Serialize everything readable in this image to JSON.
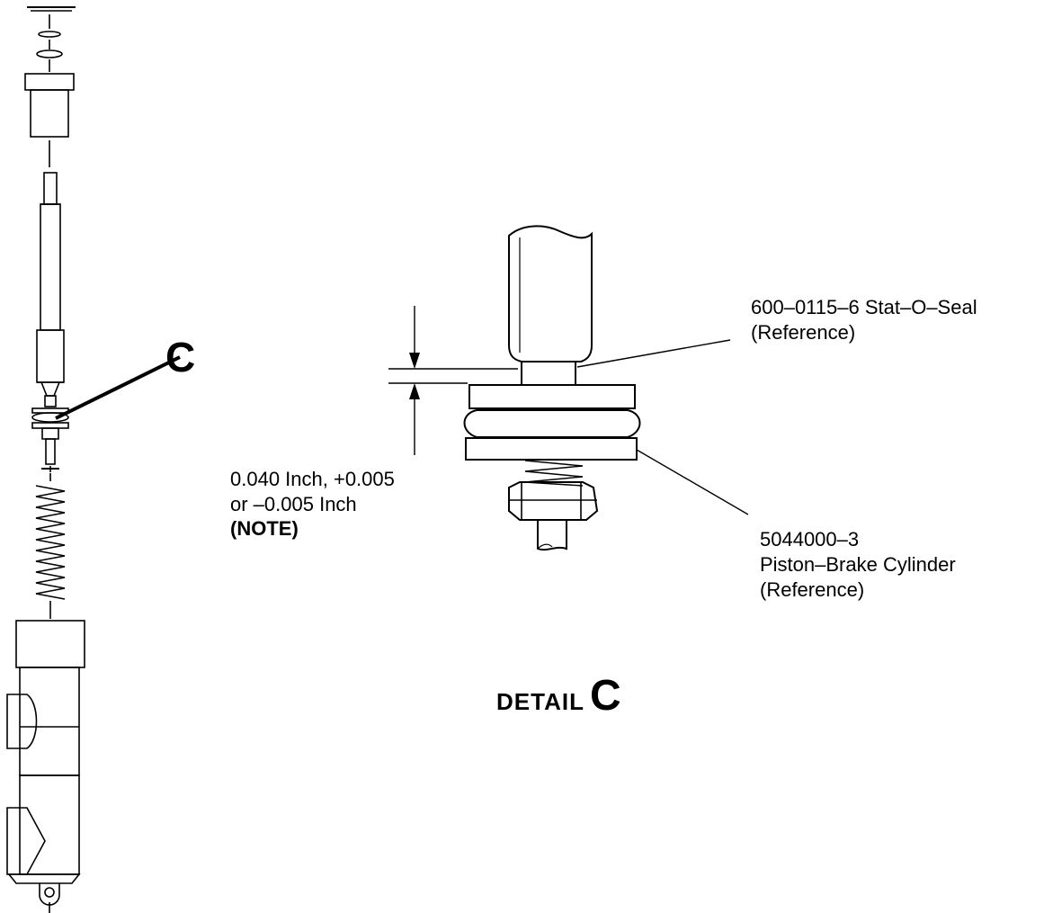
{
  "callout": {
    "letter": "C"
  },
  "labels": {
    "stat_o_seal": {
      "part": "600–0115–6 Stat–O–Seal",
      "ref": "(Reference)"
    },
    "clearance": {
      "line1": "0.040 Inch, +0.005",
      "line2": "or –0.005 Inch",
      "note": "(NOTE)"
    },
    "piston": {
      "part": "5044000–3",
      "name": "Piston–Brake Cylinder",
      "ref": "(Reference)"
    }
  },
  "detail_title": {
    "word": "DETAIL",
    "letter": "C"
  },
  "colors": {
    "ink": "#000000",
    "paper": "#ffffff"
  }
}
